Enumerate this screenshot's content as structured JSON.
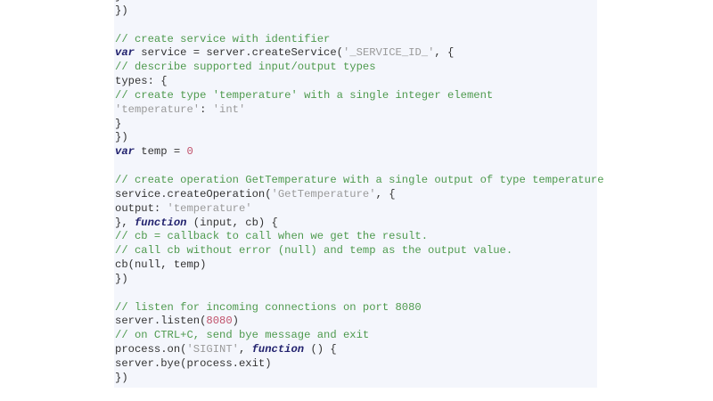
{
  "colors": {
    "background": "#f4f6fc",
    "comment": "#4e9a4e",
    "string": "#9a9a9a",
    "keyword": "#22226e",
    "number": "#c0506a",
    "plain": "#333333"
  },
  "code_lines": [
    [
      {
        "t": "}",
        "c": "plain"
      }
    ],
    [
      {
        "t": "})",
        "c": "plain"
      }
    ],
    [],
    [
      {
        "t": "// create service with identifier",
        "c": "comment"
      }
    ],
    [
      {
        "t": "var",
        "c": "keyword"
      },
      {
        "t": " service = server.createService(",
        "c": "plain"
      },
      {
        "t": "'_SERVICE_ID_'",
        "c": "string"
      },
      {
        "t": ", {",
        "c": "plain"
      }
    ],
    [
      {
        "t": "// describe supported input/output types",
        "c": "comment"
      }
    ],
    [
      {
        "t": "types: {",
        "c": "plain"
      }
    ],
    [
      {
        "t": "// create type 'temperature' with a single integer element",
        "c": "comment"
      }
    ],
    [
      {
        "t": "'temperature'",
        "c": "string"
      },
      {
        "t": ": ",
        "c": "plain"
      },
      {
        "t": "'int'",
        "c": "string"
      }
    ],
    [
      {
        "t": "}",
        "c": "plain"
      }
    ],
    [
      {
        "t": "})",
        "c": "plain"
      }
    ],
    [
      {
        "t": "var",
        "c": "keyword"
      },
      {
        "t": " temp = ",
        "c": "plain"
      },
      {
        "t": "0",
        "c": "number"
      }
    ],
    [],
    [
      {
        "t": "// create operation GetTemperature with a single output of type temperature",
        "c": "comment"
      }
    ],
    [
      {
        "t": "service.createOperation(",
        "c": "plain"
      },
      {
        "t": "'GetTemperature'",
        "c": "string"
      },
      {
        "t": ", {",
        "c": "plain"
      }
    ],
    [
      {
        "t": "output: ",
        "c": "plain"
      },
      {
        "t": "'temperature'",
        "c": "string"
      }
    ],
    [
      {
        "t": "}, ",
        "c": "plain"
      },
      {
        "t": "function",
        "c": "keyword"
      },
      {
        "t": " (input, cb) {",
        "c": "plain"
      }
    ],
    [
      {
        "t": "// cb = callback to call when we get the result.",
        "c": "comment"
      }
    ],
    [
      {
        "t": "// call cb without error (null) and temp as the output value.",
        "c": "comment"
      }
    ],
    [
      {
        "t": "cb(null, temp)",
        "c": "plain"
      }
    ],
    [
      {
        "t": "})",
        "c": "plain"
      }
    ],
    [],
    [
      {
        "t": "// listen for incoming connections on port 8080",
        "c": "comment"
      }
    ],
    [
      {
        "t": "server.listen(",
        "c": "plain"
      },
      {
        "t": "8080",
        "c": "number"
      },
      {
        "t": ")",
        "c": "plain"
      }
    ],
    [
      {
        "t": "// on CTRL+C, send bye message and exit",
        "c": "comment"
      }
    ],
    [
      {
        "t": "process.on(",
        "c": "plain"
      },
      {
        "t": "'SIGINT'",
        "c": "string"
      },
      {
        "t": ", ",
        "c": "plain"
      },
      {
        "t": "function",
        "c": "keyword"
      },
      {
        "t": " () {",
        "c": "plain"
      }
    ],
    [
      {
        "t": "server.bye(process.exit)",
        "c": "plain"
      }
    ],
    [
      {
        "t": "})",
        "c": "plain"
      }
    ]
  ]
}
